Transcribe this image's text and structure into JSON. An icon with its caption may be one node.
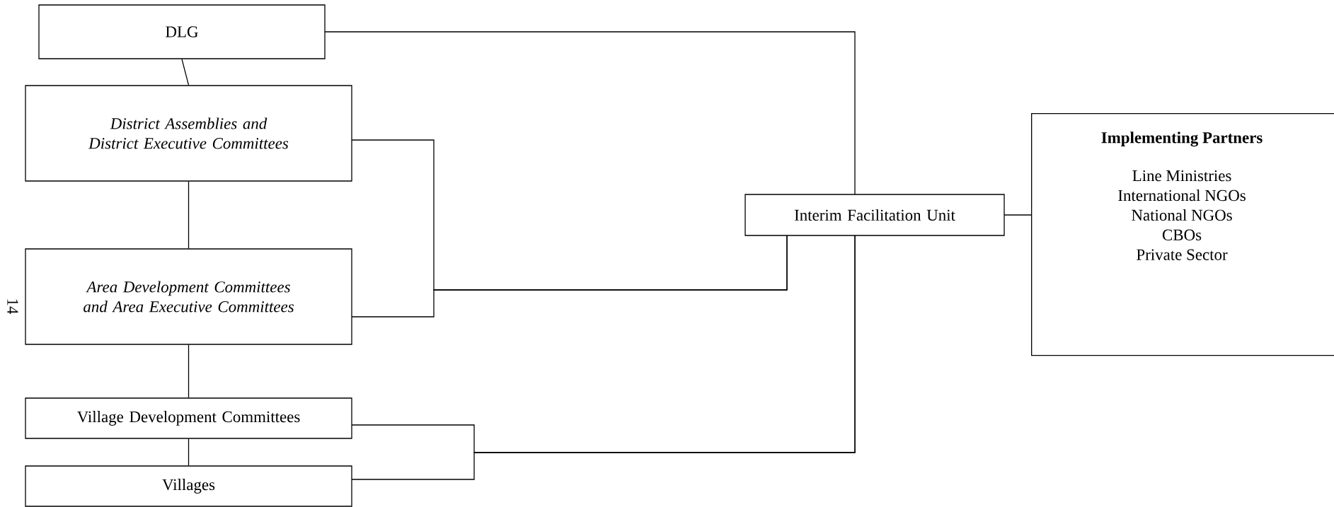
{
  "diagram": {
    "nodes": [
      {
        "text": [
          "DLG"
        ]
      },
      {
        "text": [
          "District Assemblies and District Executive Committees"
        ]
      },
      {
        "text": [
          "Area Development Committees and Area Executive Committees"
        ]
      },
      {
        "text": [
          "Village Development Committees"
        ]
      },
      {
        "text": [
          "Villages"
        ]
      },
      {
        "text": [
          "Interim Facilitation Unit"
        ]
      },
      {
        "text": [
          "Implementing Partners",
          "Line Ministries",
          "International NGOs",
          "National NGOs",
          "CBOs",
          "Private Sector"
        ]
      }
    ],
    "edges": [
      {
        "from": 0,
        "to": 1,
        "arrow": "none"
      },
      {
        "from": 1,
        "to": 2,
        "arrow": "none"
      },
      {
        "from": 2,
        "to": 3,
        "arrow": "none"
      },
      {
        "from": 3,
        "to": 4,
        "arrow": "none"
      },
      {
        "from": 0,
        "to": 5,
        "arrow": "none"
      },
      {
        "from": 1,
        "to": 5,
        "arrow": "none"
      },
      {
        "from": 2,
        "to": 5,
        "arrow": "none"
      },
      {
        "from": 3,
        "to": 5,
        "arrow": "none"
      },
      {
        "from": 4,
        "to": 5,
        "arrow": "none"
      },
      {
        "from": 5,
        "to": 6,
        "arrow": "none"
      }
    ],
    "labels": [
      "14"
    ]
  }
}
